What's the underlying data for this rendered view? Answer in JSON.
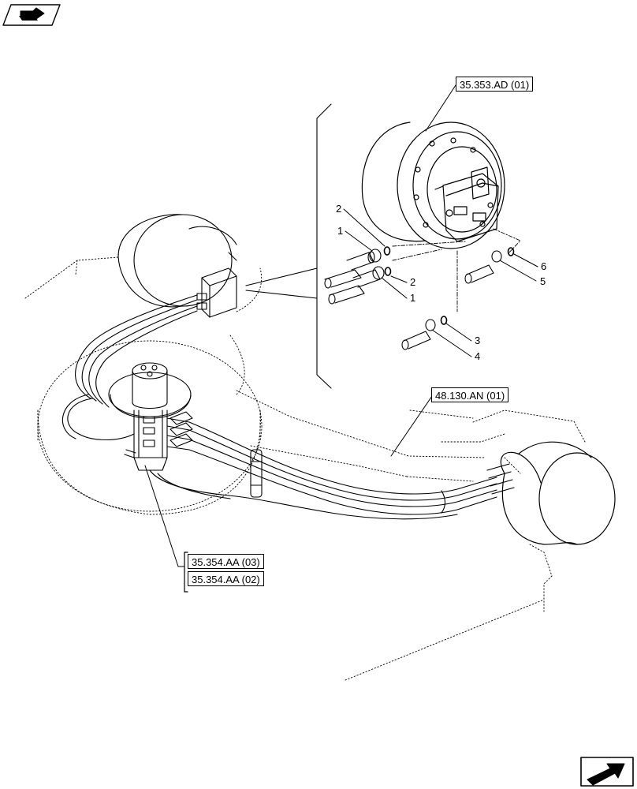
{
  "references": {
    "final_drive": "35.353.AD (01)",
    "hoses": "48.130.AN (01)",
    "swivel_a": "35.354.AA (03)",
    "swivel_b": "35.354.AA (02)"
  },
  "callouts": {
    "c1_upper": "1",
    "c2_upper": "2",
    "c2_lower": "2",
    "c1_lower": "1",
    "c3": "3",
    "c4": "4",
    "c5": "5",
    "c6": "6"
  },
  "icons": {
    "top_left": "book-navigation-icon",
    "bottom_right": "next-page-arrow-icon"
  }
}
